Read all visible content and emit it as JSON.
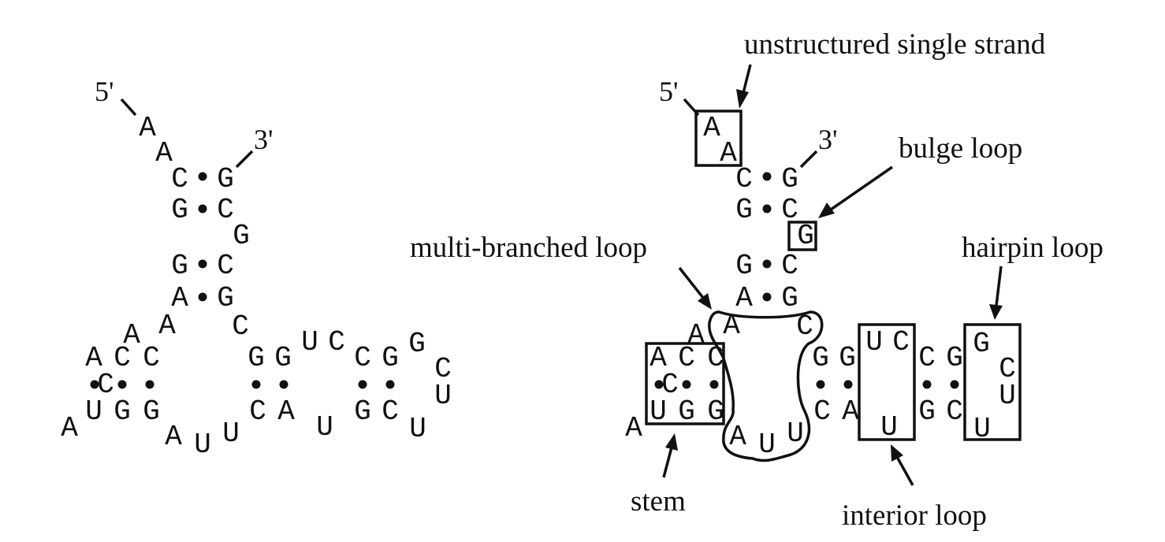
{
  "ends": {
    "five_prime": "5'",
    "three_prime": "3'"
  },
  "nucleotides": [
    "A",
    "A",
    "C",
    "G",
    "G",
    "C",
    "G",
    "G",
    "C",
    "A",
    "U",
    "A",
    "G",
    "A",
    "A",
    "C",
    "C",
    "C",
    "U",
    "G",
    "G",
    "A",
    "A",
    "U",
    "U",
    "G",
    "U",
    "C",
    "A",
    "C",
    "C",
    "C",
    "G",
    "G",
    "U",
    "U",
    "U",
    "G",
    "C"
  ],
  "labels": {
    "unstructured": "unstructured single strand",
    "bulge": "bulge loop",
    "multi": "multi-branched loop",
    "hairpin": "hairpin loop",
    "stem": "stem",
    "interior": "interior loop"
  }
}
